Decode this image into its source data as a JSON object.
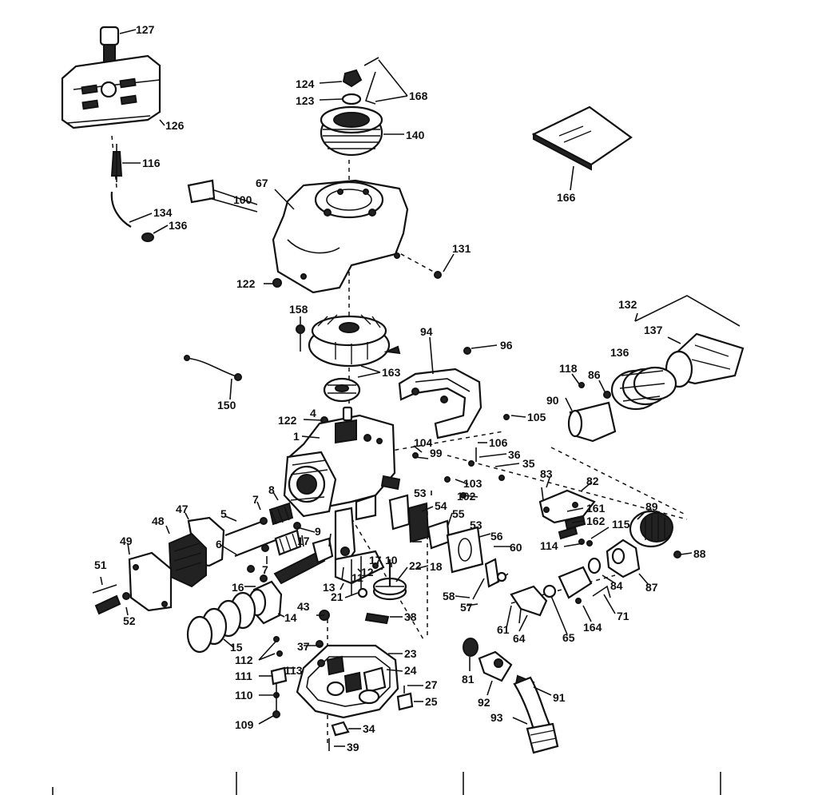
{
  "callouts": {
    "p127": "127",
    "p126": "126",
    "p116": "116",
    "p134": "134",
    "p136": "136",
    "p100": "100",
    "p67": "67",
    "p124": "124",
    "p123": "123",
    "p168": "168",
    "p140": "140",
    "p166": "166",
    "p131": "131",
    "p122a": "122",
    "p158": "158",
    "p94": "94",
    "p96": "96",
    "p163": "163",
    "p150": "150",
    "p132": "132",
    "p137": "137",
    "p118": "118",
    "p86": "86",
    "p136b": "136",
    "p90": "90",
    "p105": "105",
    "p4": "4",
    "p122b": "122",
    "p1": "1",
    "p104": "104",
    "p99": "99",
    "p106": "106",
    "p36": "36",
    "p35": "35",
    "p103": "103",
    "p102": "102",
    "p83": "83",
    "p82": "82",
    "p53a": "53",
    "p54": "54",
    "p55": "55",
    "p53b": "53",
    "p56": "56",
    "p60": "60",
    "p161": "161",
    "p162": "162",
    "p115": "115",
    "p89": "89",
    "p88": "88",
    "p114": "114",
    "p87": "87",
    "p84": "84",
    "p71": "71",
    "p164": "164",
    "p65": "65",
    "p64": "64",
    "p61": "61",
    "p58": "58",
    "p57": "57",
    "p5": "5",
    "p7a": "7",
    "p8": "8",
    "p6": "6",
    "p7b": "7",
    "p9": "9",
    "p47": "47",
    "p48": "48",
    "p49": "49",
    "p51": "51",
    "p52": "52",
    "p17a": "17",
    "p17b": "17",
    "p11": "11",
    "p12": "12",
    "p13": "13",
    "p10": "10",
    "p22": "22",
    "p18": "18",
    "p16": "16",
    "p14": "14",
    "p15": "15",
    "p21": "21",
    "p38": "38",
    "p43": "43",
    "p37": "37",
    "p23": "23",
    "p24": "24",
    "p27": "27",
    "p25": "25",
    "p34": "34",
    "p39": "39",
    "p112": "112",
    "p113": "113",
    "p111": "111",
    "p110": "110",
    "p109": "109",
    "p81": "81",
    "p92": "92",
    "p91": "91",
    "p93": "93"
  }
}
